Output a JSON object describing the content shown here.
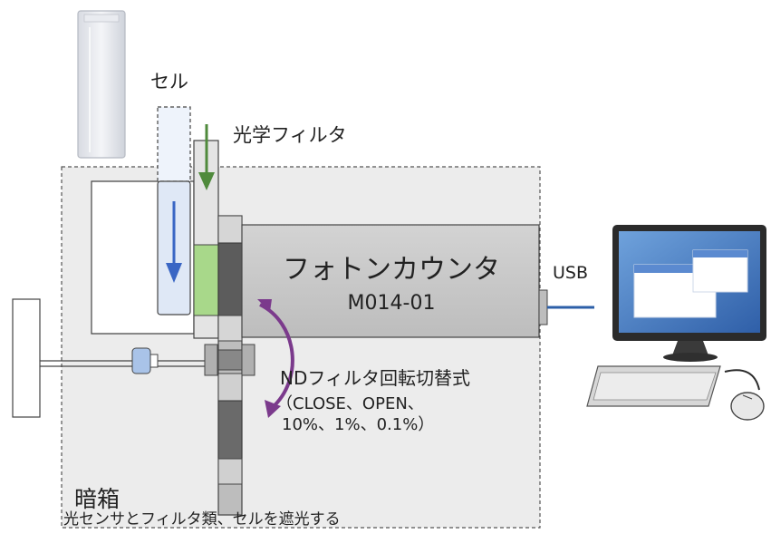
{
  "labels": {
    "cell": "セル",
    "optical_filter": "光学フィルタ",
    "photon_counter_title": "フォトンカウンタ",
    "photon_counter_model": "M014-01",
    "usb": "USB",
    "nd_filter_line1": "NDフィルタ回転切替式",
    "nd_filter_line2": "（CLOSE、OPEN、",
    "nd_filter_line3": "10%、1%、0.1%）",
    "dark_box_title": "暗箱",
    "dark_box_desc": "光センサとフィルタ類、セルを遮光する"
  },
  "colors": {
    "dark_box_fill": "#ececec",
    "counter_body": "#c6c6c6",
    "filter_green": "#a8d88a",
    "arrow_green": "#4f8a3c",
    "arrow_blue": "#3a66c4",
    "rotate_purple": "#7b3a8c",
    "usb_line": "#2c5fa8",
    "screen_blue": "#3a78c8"
  },
  "icons": {
    "cuvette": "cuvette-icon",
    "computer": "desktop-computer-icon",
    "rotation": "rotate-arrow-icon"
  }
}
